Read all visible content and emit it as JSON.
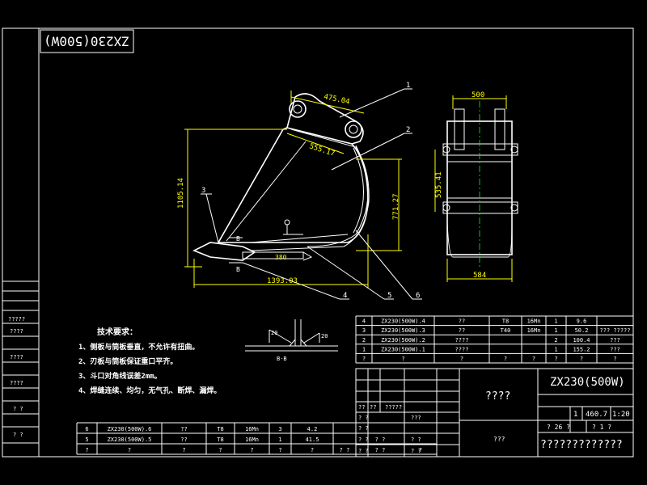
{
  "title_stamp": "ZX230(500W)",
  "dims": {
    "top_width": "475.04",
    "arm_length": "555.17",
    "total_height": "1105.14",
    "inner_height": "771.27",
    "front_width": "500",
    "side_height": "535.41",
    "bottom_width": "584",
    "total_length": "1393.03",
    "lip_dim": "380"
  },
  "balloons": [
    "1",
    "2",
    "3",
    "4",
    "5",
    "6"
  ],
  "section_labels": {
    "a": "B",
    "b": "B",
    "section": "B-B"
  },
  "weld_marks": [
    "20",
    "20"
  ],
  "notes": {
    "heading": "技术要求：",
    "items": [
      "1、侧板与筒板垂直，不允许有扭曲。",
      "2、刃板与筒板保证重口平齐。",
      "3、斗口对角线误差2mm。",
      "4、焊缝连续、均匀，无气孔、断焊、漏焊。"
    ]
  },
  "left_margin": [
    "?????",
    "????",
    "????",
    "????",
    "? ?",
    "? ?"
  ],
  "bom_upper": [
    [
      "4",
      "ZX230(500W).4",
      "??",
      "T8",
      "16Mn",
      "1",
      "9.6",
      ""
    ],
    [
      "3",
      "ZX230(500W).3",
      "??",
      "T40",
      "16Mn",
      "1",
      "50.2",
      "??? ?????"
    ],
    [
      "2",
      "ZX230(500W).2",
      "????",
      "",
      "",
      "2",
      "100.4",
      "???"
    ],
    [
      "1",
      "ZX230(500W).1",
      "????",
      "",
      "",
      "1",
      "155.2",
      "???"
    ],
    [
      "?",
      "?",
      "?",
      "?",
      "?",
      "?",
      "?",
      "?"
    ]
  ],
  "bom_lower": [
    [
      "6",
      "ZX230(500W).6",
      "??",
      "T8",
      "16Mn",
      "3",
      "4.2",
      "",
      "",
      ""
    ],
    [
      "5",
      "ZX230(500W).5",
      "??",
      "T8",
      "16Mn",
      "1",
      "41.5",
      "",
      "? ?",
      ""
    ],
    [
      "?",
      "?",
      "?",
      "?",
      "?",
      "?",
      "?",
      "? ?",
      "? ?",
      "?"
    ]
  ],
  "title_block": {
    "drawing_name": "ZX230(500W)",
    "part_name": "????",
    "material": "???",
    "qty": "1",
    "weight": "460.7",
    "scale": "1:20",
    "sheet": "? 26 ?",
    "sheet2": "? 1 ?",
    "company": "?????????????",
    "sign_cells": [
      "??",
      "??",
      "?????",
      "? ?",
      "???",
      "? ?",
      "? ?",
      "? ?",
      "? ?",
      "? ?"
    ],
    "header_cells": [
      "?",
      "?",
      "?",
      "?",
      "?",
      "?",
      "?",
      "?"
    ]
  },
  "colors": {
    "background": "#000000",
    "lines": "#ffffff",
    "dimensions": "#ffff00",
    "centerlines": "#00ff00"
  }
}
